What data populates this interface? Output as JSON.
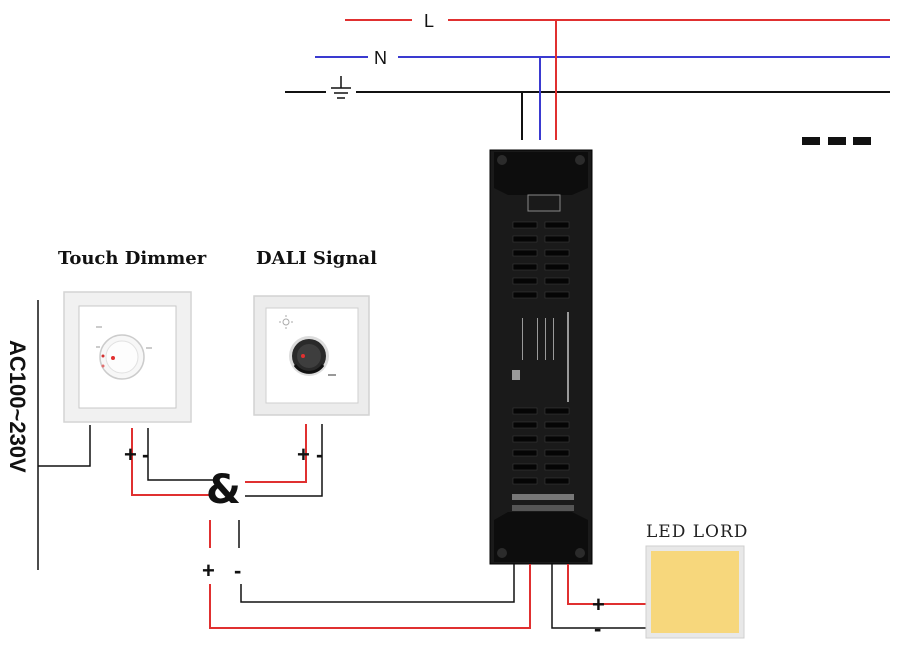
{
  "lines": {
    "live": "L",
    "neutral": "N"
  },
  "devices": {
    "touch_dimmer": "Touch Dimmer",
    "dali_signal": "DALI Signal",
    "led_load": "LED LORD"
  },
  "supply": {
    "voltage": "AC100~230V"
  },
  "terminals": {
    "plus": "+",
    "minus": "-",
    "and": "&"
  },
  "more_indicator": "▬ ▬ ▬",
  "colors": {
    "live_wire": "#e03030",
    "neutral_wire": "#3a3ad0",
    "ground_wire": "#111111",
    "led_panel": "#f7d77c"
  },
  "icons": {
    "ground": "ground-symbol-icon"
  }
}
